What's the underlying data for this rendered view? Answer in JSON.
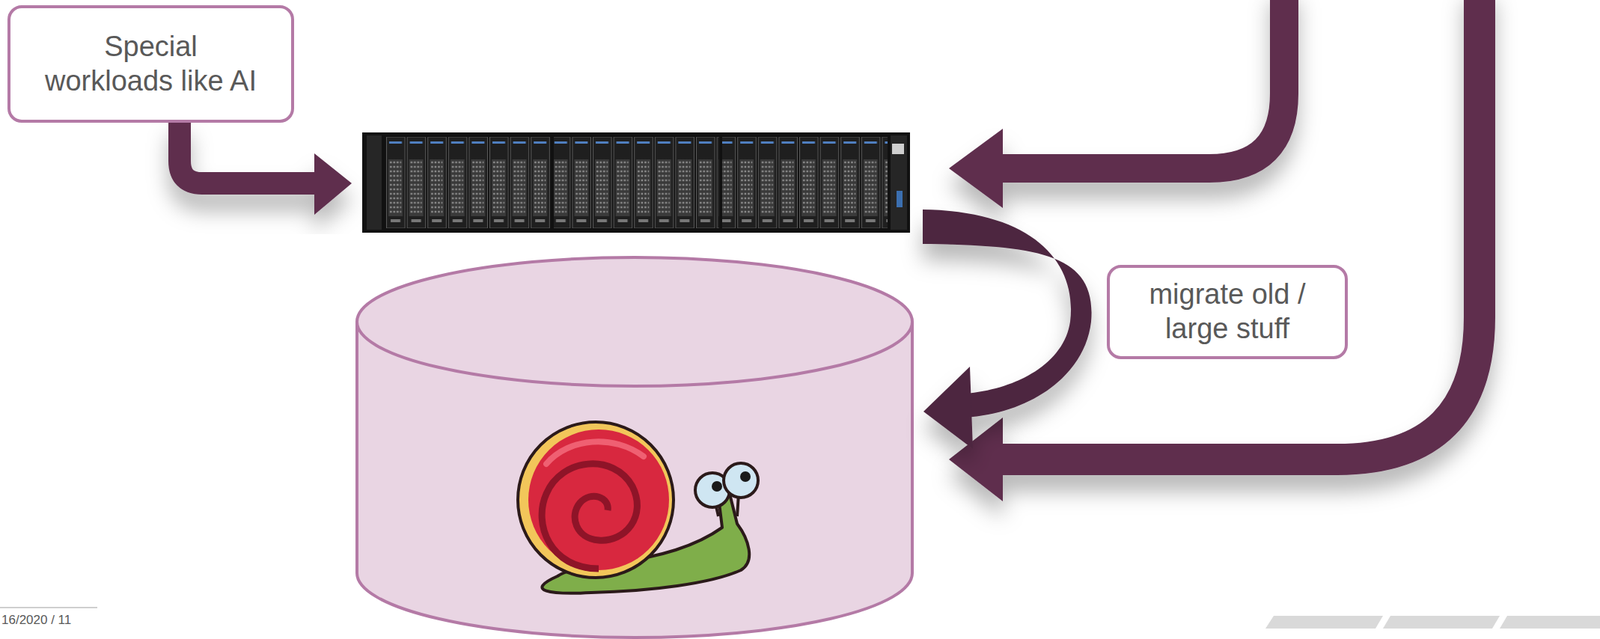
{
  "diagram": {
    "nodes": [
      {
        "text": [
          "Special workloads like AI"
        ]
      },
      {
        "text": [
          "migrate old / large stuff"
        ]
      }
    ],
    "labels": [
      "16/2020 / 11"
    ]
  }
}
